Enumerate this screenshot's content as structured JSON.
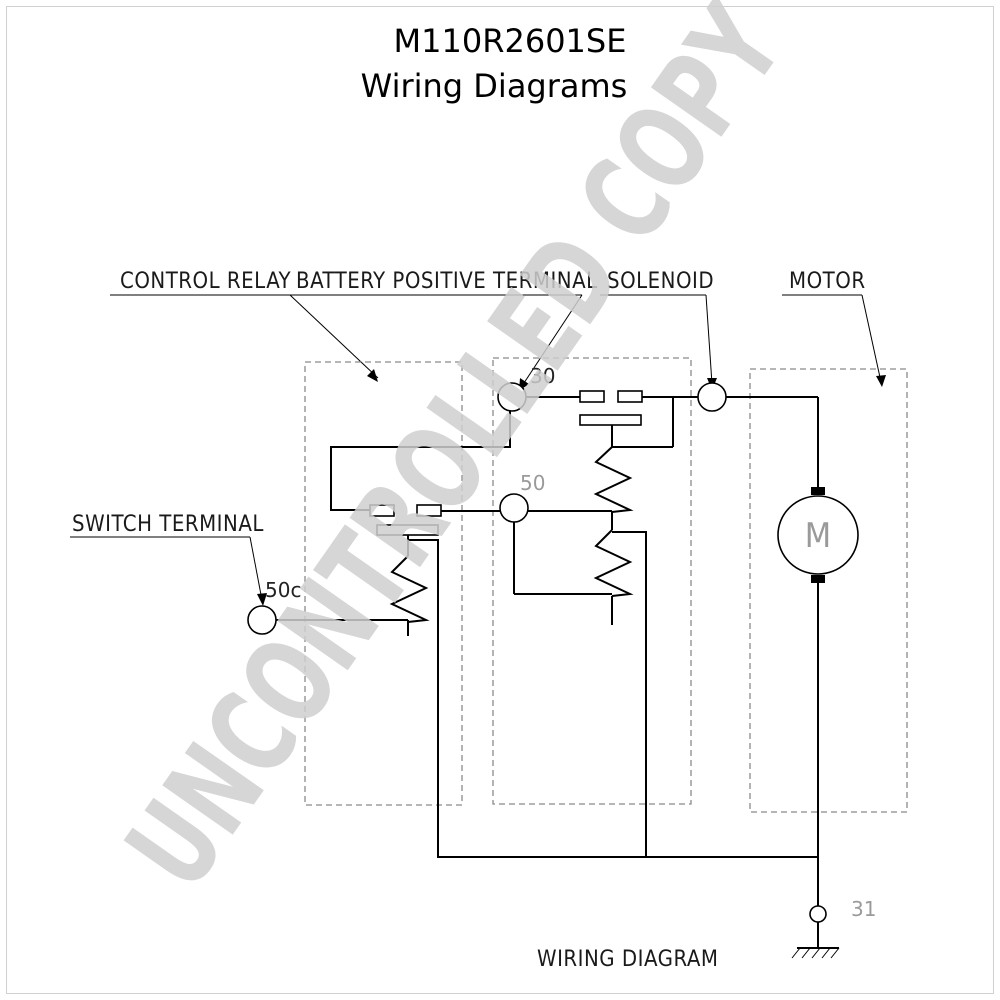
{
  "title": {
    "model": "M110R2601SE",
    "subtitle": "Wiring Diagrams"
  },
  "labels": {
    "control_relay": "CONTROL RELAY",
    "battery_positive": "BATTERY POSITIVE TERMINAL",
    "solenoid": "SOLENOID",
    "motor": "MOTOR",
    "switch_terminal": "SWITCH TERMINAL",
    "footer": "WIRING DIAGRAM"
  },
  "terminals": {
    "t30": "30",
    "t50": "50",
    "t50c": "50c",
    "t31": "31"
  },
  "motor_symbol": "M",
  "watermark": "UNCONTROLLED COPY"
}
